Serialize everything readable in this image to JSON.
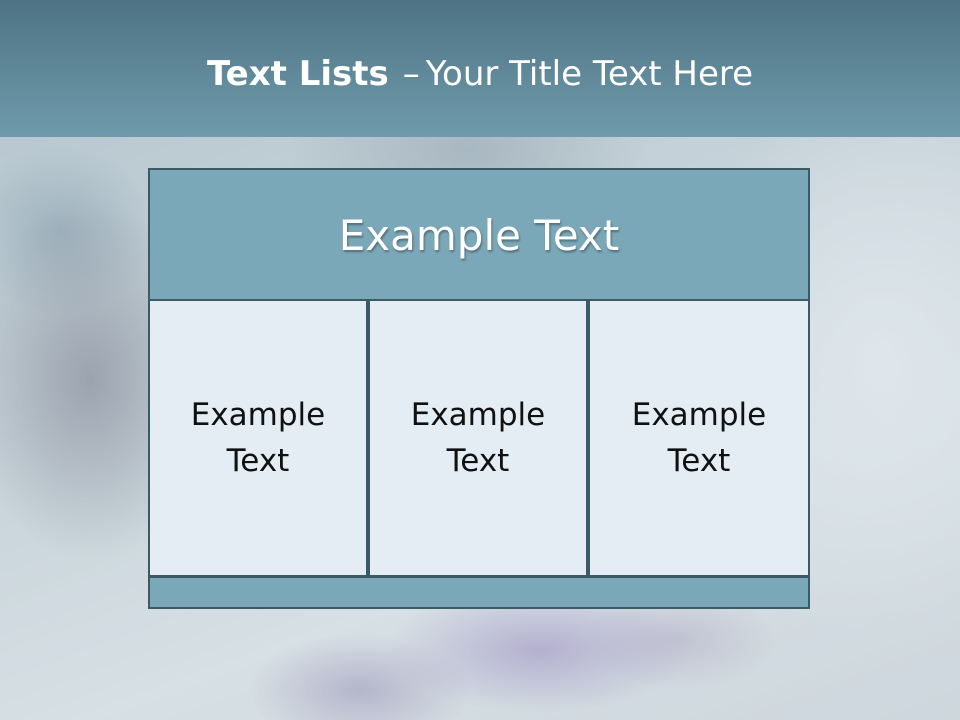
{
  "slide": {
    "title_bold": "Text Lists",
    "title_dash": "–",
    "title_rest": "Your Title Text Here"
  },
  "diagram": {
    "header": "Example Text",
    "columns": [
      "Example Text",
      "Example Text",
      "Example Text"
    ]
  },
  "colors": {
    "title_bar": "#5f8797",
    "header_fill": "#7ba8b8",
    "column_fill": "#e3edf3",
    "border": "#3c5a66"
  }
}
